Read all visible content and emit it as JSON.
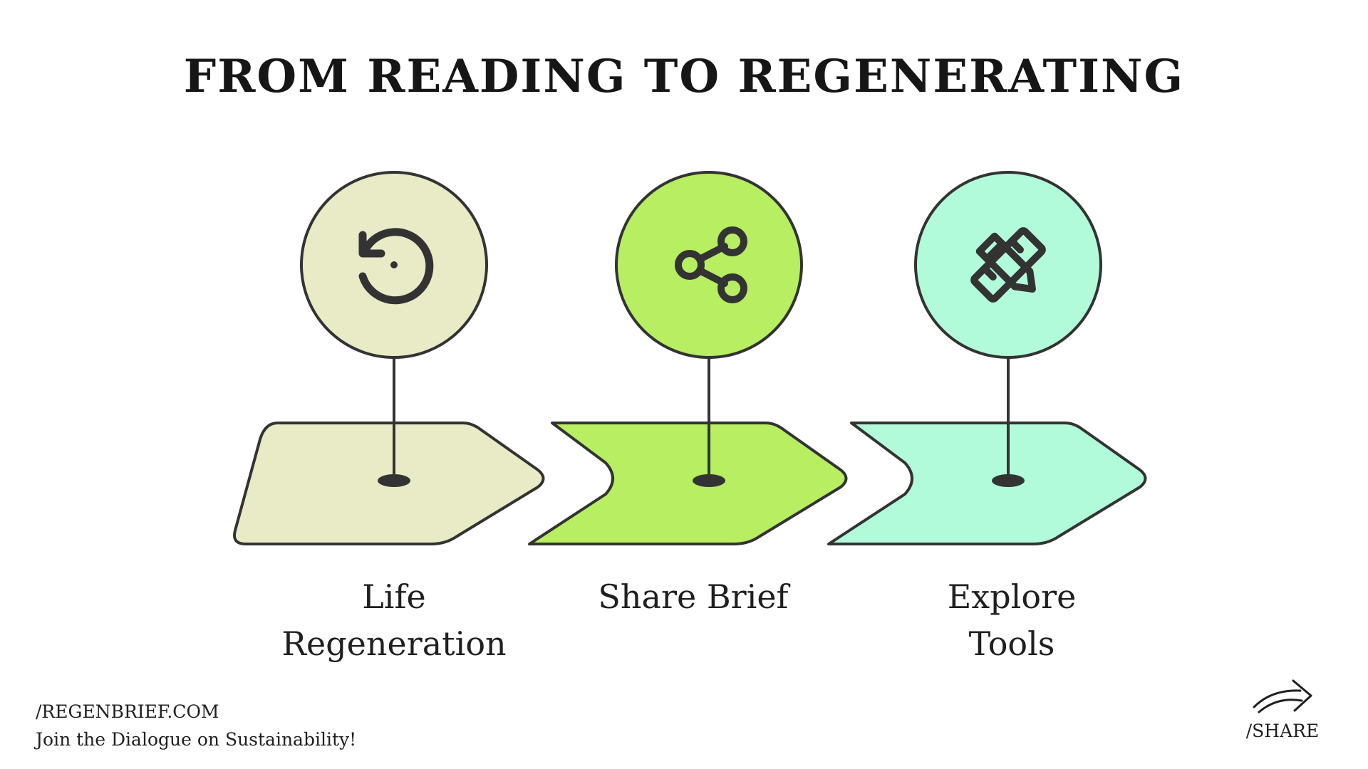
{
  "title": "FROM READING TO REGENERATING",
  "steps": [
    {
      "label_line1": "Life",
      "label_line2": "Regeneration",
      "icon": "refresh-icon",
      "color": "#E9EBC7"
    },
    {
      "label_line1": "Share Brief",
      "label_line2": "",
      "icon": "share-icon",
      "color": "#B7EE62"
    },
    {
      "label_line1": "Explore",
      "label_line2": "Tools",
      "icon": "pencil-ruler-icon",
      "color": "#B2FBDA"
    }
  ],
  "colors": {
    "stroke": "#333333",
    "text": "#1f1f1f"
  },
  "footer": {
    "site": "/REGENBRIEF.COM",
    "tagline": "Join the Dialogue on Sustainability!",
    "share": "/SHARE",
    "share_icon": "share-arrow-icon"
  }
}
